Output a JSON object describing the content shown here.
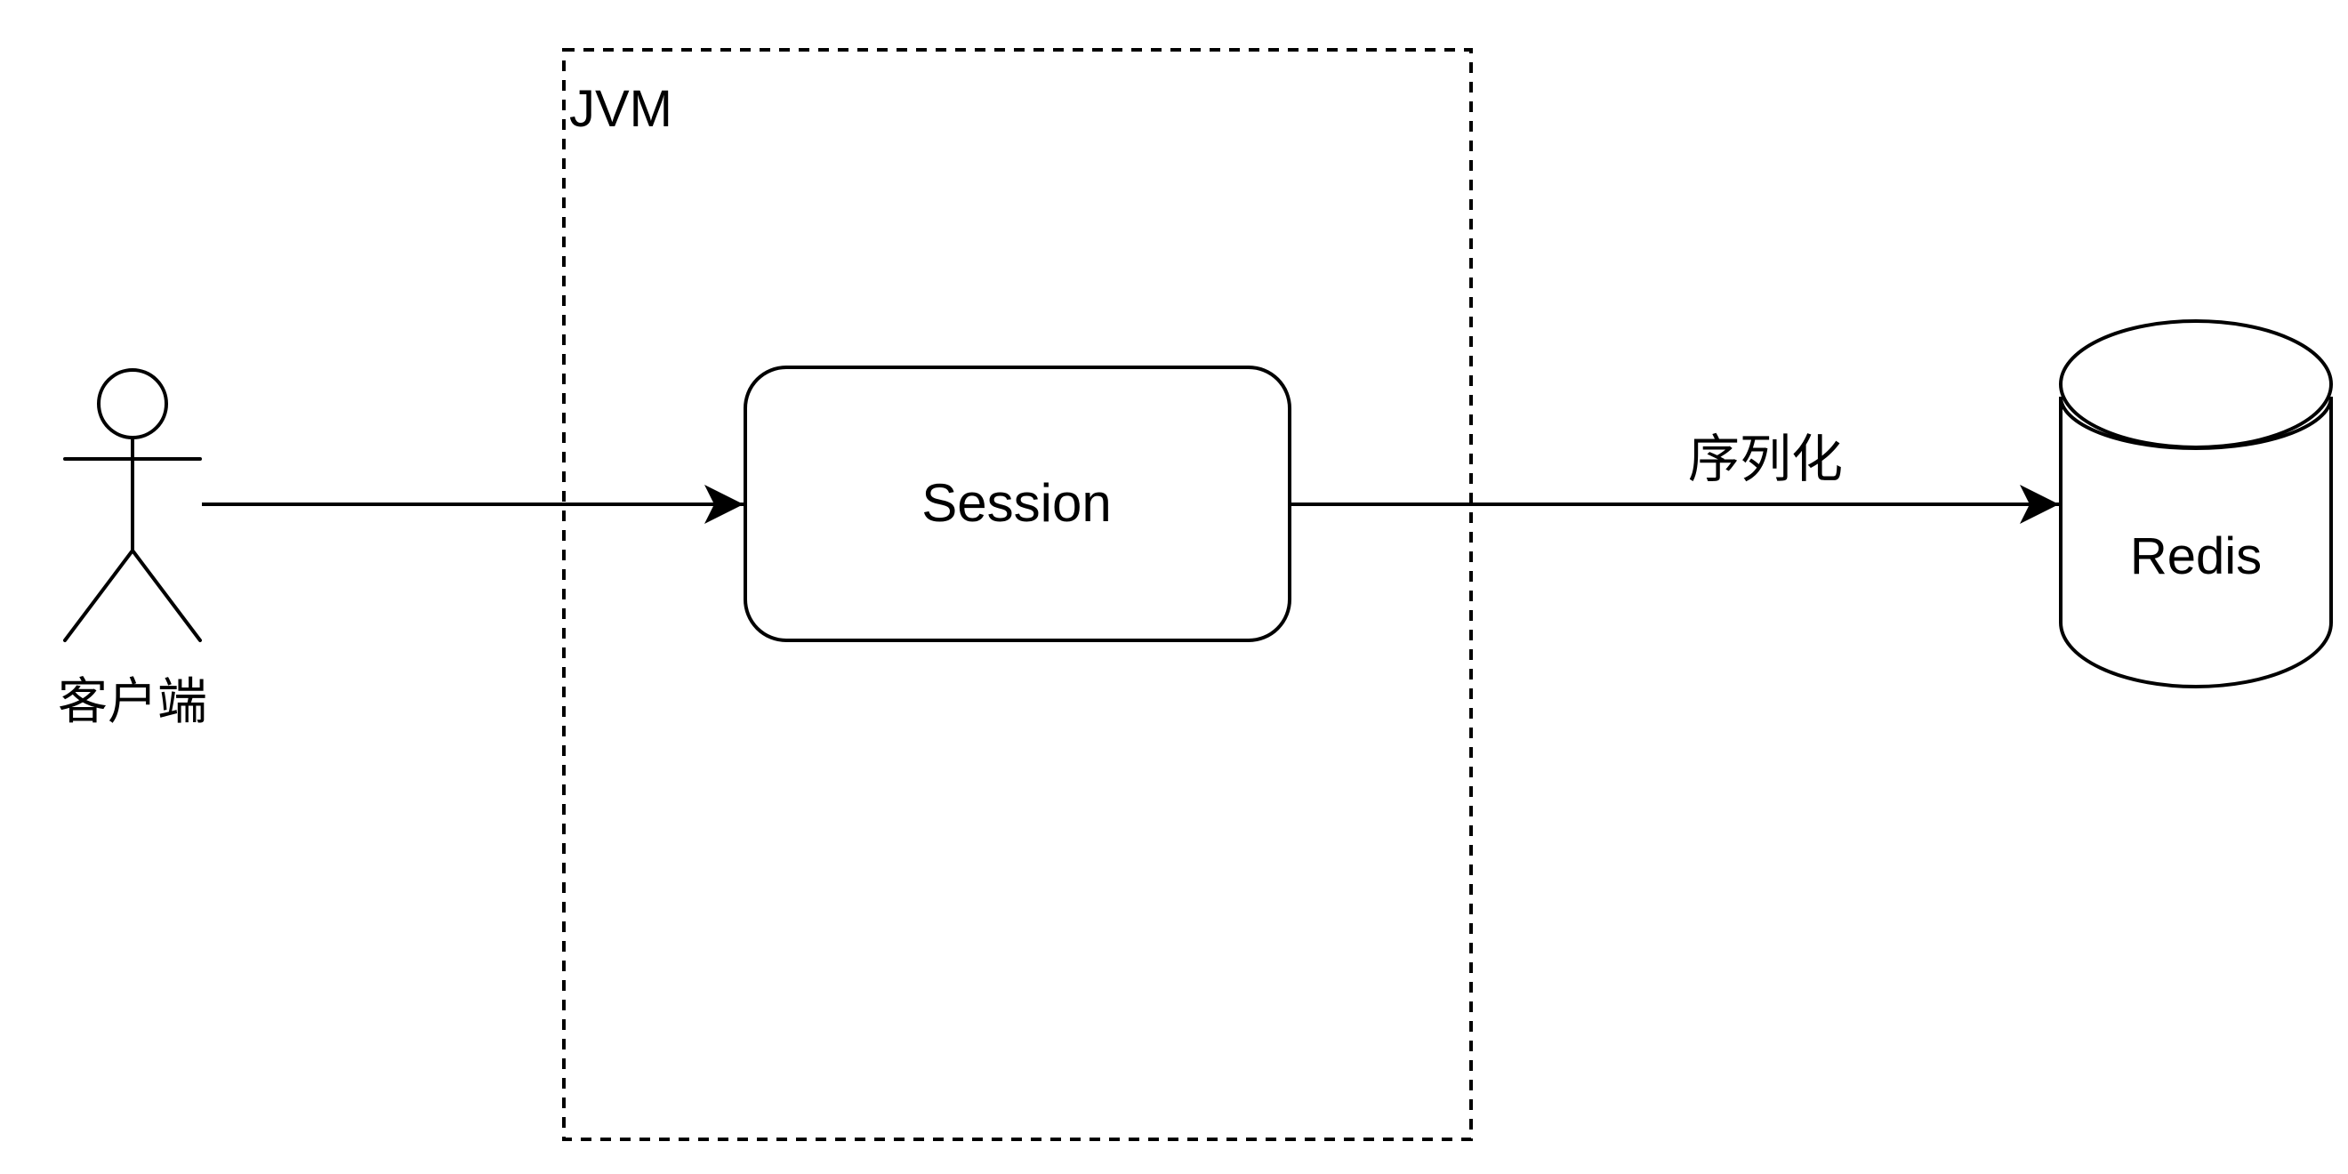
{
  "diagram": {
    "actor": {
      "label": "客户端"
    },
    "jvm_container": {
      "label": "JVM"
    },
    "session_box": {
      "label": "Session"
    },
    "edge_to_redis": {
      "label": "序列化"
    },
    "redis_store": {
      "label": "Redis"
    }
  },
  "colors": {
    "stroke": "#000000",
    "background": "#ffffff"
  }
}
